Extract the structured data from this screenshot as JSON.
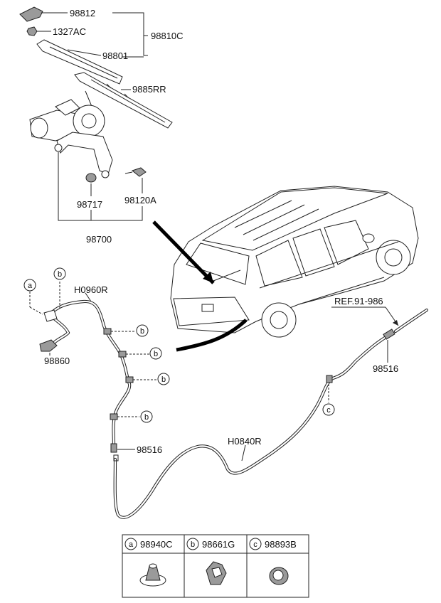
{
  "parts": {
    "p98812": "98812",
    "p1327AC": "1327AC",
    "p98810C": "98810C",
    "p98801": "98801",
    "p9885RR": "9885RR",
    "p98717": "98717",
    "p98120A": "98120A",
    "p98700": "98700",
    "pH0960R": "H0960R",
    "p98860": "98860",
    "p98516_left": "98516",
    "p98516_right": "98516",
    "pH0840R": "H0840R",
    "ref": "REF.91-986"
  },
  "callouts": {
    "a": "a",
    "b": "b",
    "c": "c"
  },
  "legend": {
    "cells": [
      {
        "letter": "a",
        "part": "98940C"
      },
      {
        "letter": "b",
        "part": "98661G"
      },
      {
        "letter": "c",
        "part": "98893B"
      }
    ]
  }
}
